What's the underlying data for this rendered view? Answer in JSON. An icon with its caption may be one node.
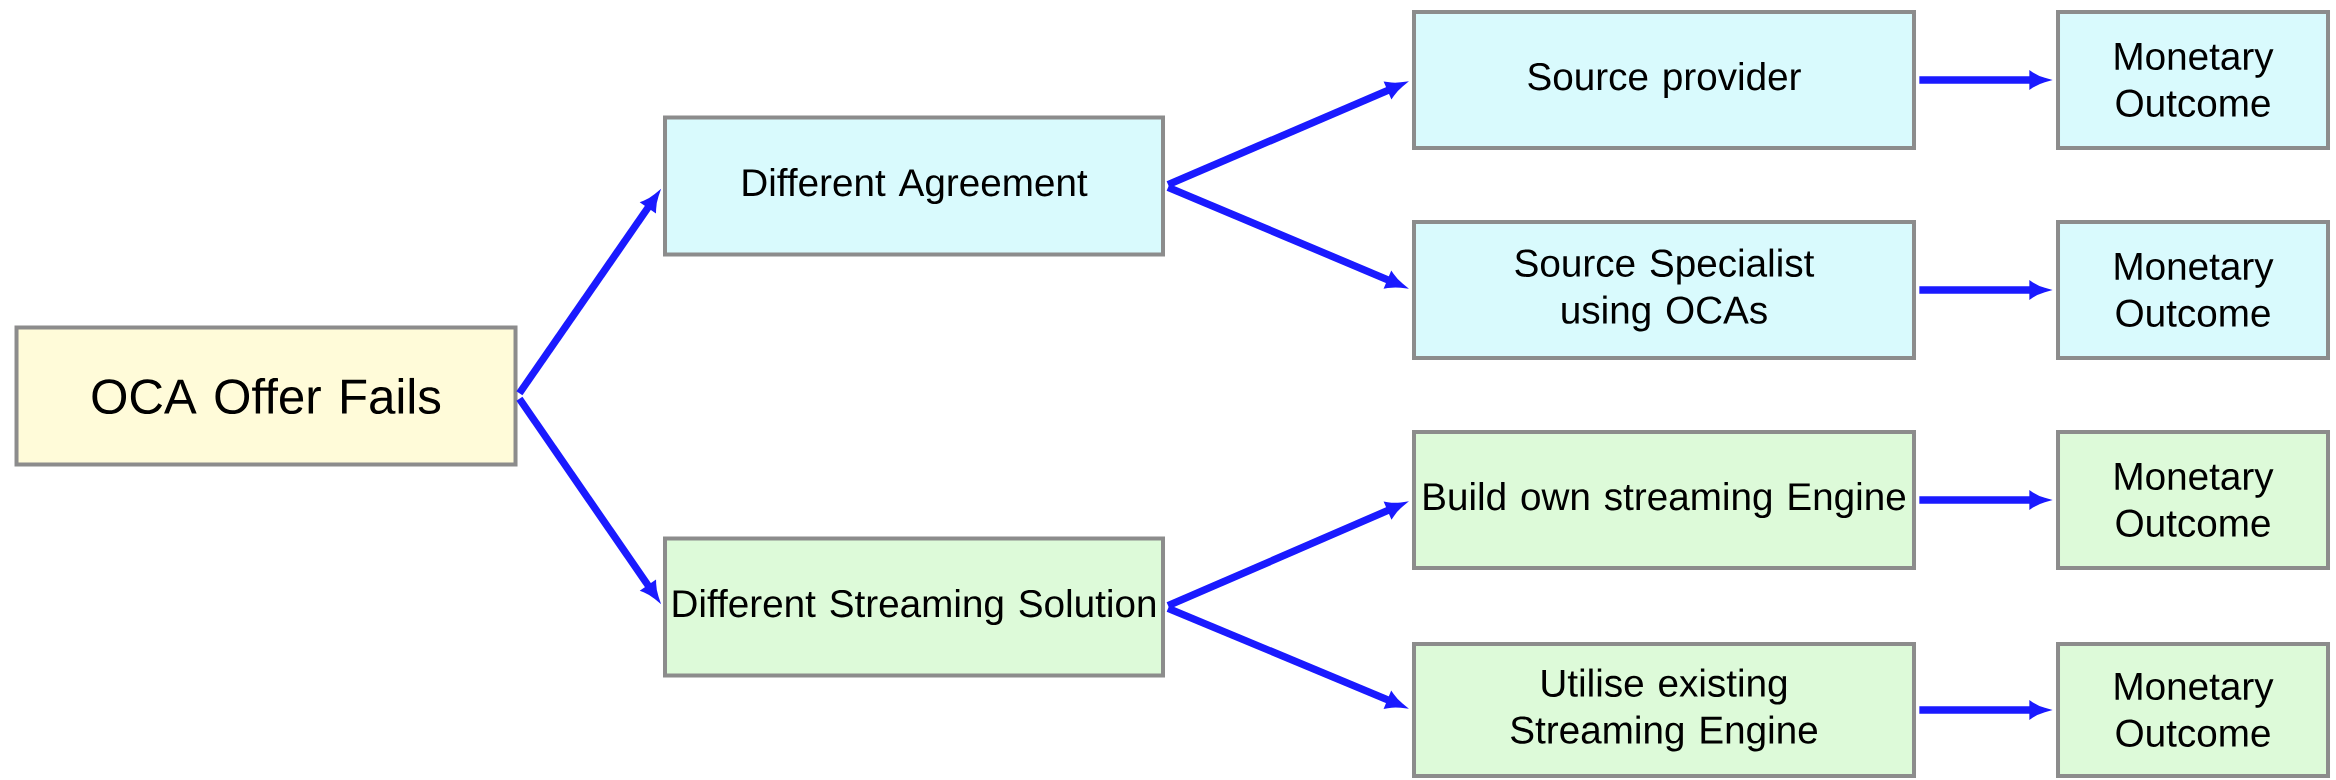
{
  "diagram": {
    "nodes": [
      {
        "text": [
          "OCA Offer Fails"
        ]
      },
      {
        "text": [
          "Different Agreement"
        ]
      },
      {
        "text": [
          "Different Streaming Solution"
        ]
      },
      {
        "text": [
          "Source provider"
        ]
      },
      {
        "text": [
          "Monetary Outcome"
        ]
      },
      {
        "text": [
          "Source Specialist using OCAs"
        ]
      },
      {
        "text": [
          "Monetary Outcome"
        ]
      },
      {
        "text": [
          "Build own streaming Engine"
        ]
      },
      {
        "text": [
          "Monetary Outcome"
        ]
      },
      {
        "text": [
          "Utilise existing Streaming Engine"
        ]
      },
      {
        "text": [
          "Monetary Outcome"
        ]
      }
    ],
    "edges": [
      {
        "from": 0,
        "to": 1,
        "arrow": "to"
      },
      {
        "from": 0,
        "to": 2,
        "arrow": "to"
      },
      {
        "from": 1,
        "to": 3,
        "arrow": "to"
      },
      {
        "from": 1,
        "to": 5,
        "arrow": "to"
      },
      {
        "from": 2,
        "to": 7,
        "arrow": "to"
      },
      {
        "from": 2,
        "to": 9,
        "arrow": "to"
      },
      {
        "from": 3,
        "to": 4,
        "arrow": "to"
      },
      {
        "from": 5,
        "to": 6,
        "arrow": "to"
      },
      {
        "from": 7,
        "to": 8,
        "arrow": "to"
      },
      {
        "from": 9,
        "to": 10,
        "arrow": "to"
      }
    ]
  }
}
